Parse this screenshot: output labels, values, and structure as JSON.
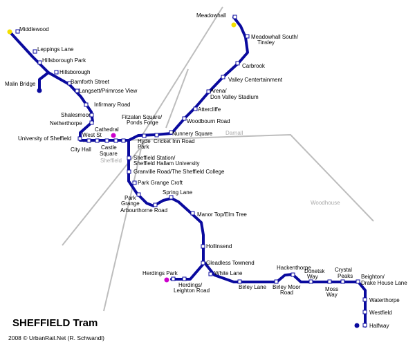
{
  "title": "SHEFFIELD Tram",
  "credit": "2008 © UrbanRail.Net (R. Schwandl)",
  "colors": {
    "tram_line": "#0a0a9e",
    "rail_line": "#bdbdbd",
    "terminus_yellow": "#f3e000",
    "park_ride_magenta": "#cc00cc",
    "terminus_blue": "#0a0a9e"
  },
  "rail_labels": {
    "sheffield": "Sheffield",
    "darnall": "Darnall",
    "woodhouse": "Woodhouse"
  },
  "stations": {
    "middlewood": "Middlewood",
    "leppings_lane": "Leppings Lane",
    "hillsborough_park": "Hillsborough Park",
    "malin_bridge": "Malin Bridge",
    "hillsborough": "Hillsborough",
    "bamforth_street": "Bamforth Street",
    "langsett_primrose": "Langsett/Primrose View",
    "infirmary_road": "Infirmary Road",
    "shalesmoor": "Shalesmoor",
    "netherthorpe": "Netherthorpe",
    "university": "University of Sheffield",
    "west_st": "West St",
    "city_hall": "City Hall",
    "cathedral": "Cathedral",
    "castle_square": [
      "Castle",
      "Square"
    ],
    "fitzalan": [
      "Fitzalan Square/",
      "Ponds Forge"
    ],
    "hyde_park": [
      "Hyde",
      "Park"
    ],
    "cricket_inn": "Cricket Inn Road",
    "nunnery": "Nunnery Square",
    "woodbourn": "Woodbourn Road",
    "attercliffe": "Attercliffe",
    "arena": [
      "Arena/",
      "Don Valley Stadium"
    ],
    "valley_centertainment": "Valley Centertainment",
    "carbrook": "Carbrook",
    "meadowhall_south": [
      "Meadowhall South/",
      "Tinsley"
    ],
    "meadowhall": "Meadowhall",
    "sheffield_station": [
      "Sheffield Station/",
      "Sheffield Hallam University"
    ],
    "granville": "Granville Road/The Sheffield College",
    "park_grange_croft": "Park Grange Croft",
    "park_grange": [
      "Park",
      "Grange"
    ],
    "arbourthorne": "Arbourthorne Road",
    "spring_lane": "Spring Lane",
    "manor_top": "Manor Top/Elm Tree",
    "hollinsend": "Hollinsend",
    "gleadless": "Gleadless Townend",
    "herdings_park": "Herdings Park",
    "herdings_leighton": [
      "Herdings/",
      "Leighton Road"
    ],
    "white_lane": "White Lane",
    "birley_lane": "Birley Lane",
    "birley_moor": [
      "Birley Moor",
      "Road"
    ],
    "hackenthorpe": "Hackenthorpe",
    "donetsk": [
      "Donetsk",
      "Way"
    ],
    "moss_way": [
      "Moss",
      "Way"
    ],
    "crystal_peaks": [
      "Crystal",
      "Peaks"
    ],
    "beighton": [
      "Beighton/",
      "Drake House Lane"
    ],
    "waterthorpe": "Waterthorpe",
    "westfield": "Westfield",
    "halfway": "Halfway"
  }
}
